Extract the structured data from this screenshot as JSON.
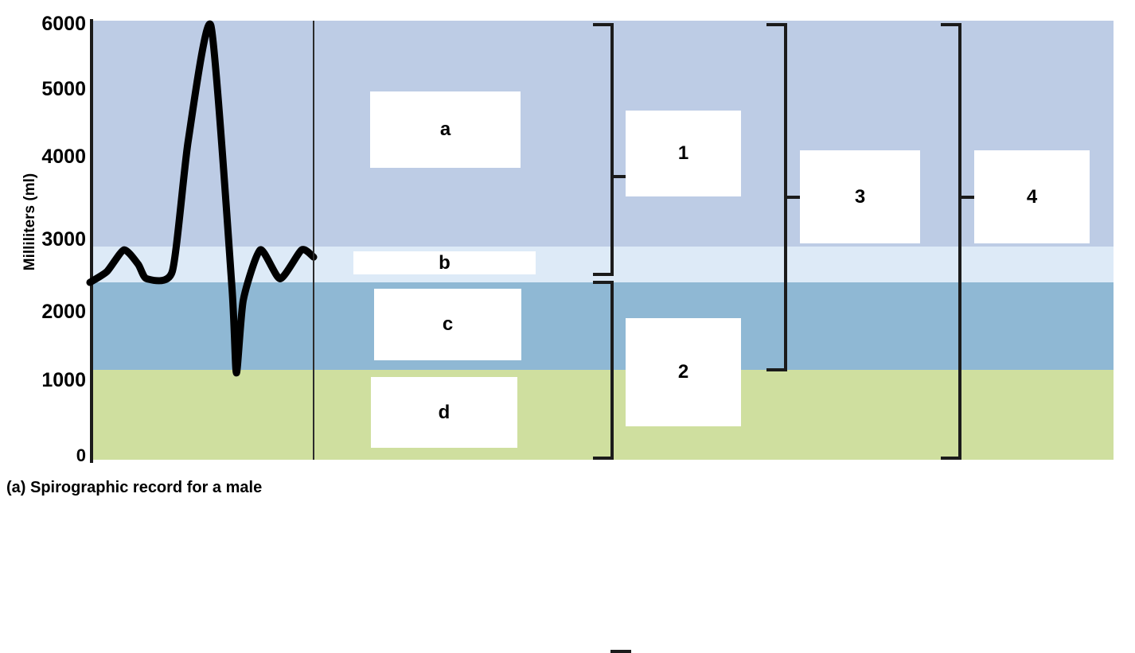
{
  "figure": {
    "caption": "(a) Spirographic record for a male",
    "y_axis_title": "Milliliters (ml)"
  },
  "chart_data": {
    "type": "line",
    "title": "(a) Spirographic record for a male",
    "xlabel": "",
    "ylabel": "Milliliters (ml)",
    "ylim": [
      0,
      6000
    ],
    "yticks": [
      0,
      1000,
      2000,
      3000,
      4000,
      5000,
      6000
    ],
    "ytick_labels": [
      "0",
      "1000",
      "2000",
      "3000",
      "4000",
      "5000",
      "6000"
    ],
    "grid": false,
    "legend": "none",
    "series": [
      {
        "name": "Spirogram trace",
        "description": "Tidal breathing, one maximal inspiration to 6000 ml, maximal expiration to 1200 ml, then return to tidal breathing",
        "x": [
          0,
          30,
          60,
          85,
          100,
          145,
          173,
          213,
          250,
          258,
          270,
          300,
          335,
          373,
          394
        ],
        "y": [
          2450,
          2600,
          2900,
          2700,
          2500,
          2600,
          4400,
          6000,
          2400,
          1200,
          2200,
          2900,
          2500,
          2900,
          2800
        ]
      }
    ],
    "bands": [
      {
        "label": "inspiratory reserve volume band",
        "y_from": 2900,
        "y_to": 6000,
        "color": "#bdcce5"
      },
      {
        "label": "tidal volume band",
        "y_from": 2400,
        "y_to": 2900,
        "color": "#ddeaf7"
      },
      {
        "label": "expiratory reserve volume band",
        "y_from": 1200,
        "y_to": 2400,
        "color": "#8fb8d4"
      },
      {
        "label": "residual volume band",
        "y_from": 0,
        "y_to": 1200,
        "color": "#cfdf9f"
      }
    ],
    "annotations": [
      {
        "id": "a",
        "label": "a",
        "kind": "answer-box",
        "band": "inspiratory reserve volume band"
      },
      {
        "id": "b",
        "label": "b",
        "kind": "answer-box",
        "band": "tidal volume band"
      },
      {
        "id": "c",
        "label": "c",
        "kind": "answer-box",
        "band": "expiratory reserve volume band"
      },
      {
        "id": "d",
        "label": "d",
        "kind": "answer-box",
        "band": "residual volume band"
      },
      {
        "id": "1",
        "label": "1",
        "kind": "bracket-box",
        "span_ml": [
          2400,
          6000
        ]
      },
      {
        "id": "2",
        "label": "2",
        "kind": "bracket-box",
        "span_ml": [
          0,
          2400
        ]
      },
      {
        "id": "3",
        "label": "3",
        "kind": "bracket-box",
        "span_ml": [
          1200,
          6000
        ]
      },
      {
        "id": "4",
        "label": "4",
        "kind": "bracket-box",
        "span_ml": [
          0,
          6000
        ]
      }
    ]
  },
  "y_ticks": [
    {
      "value": "6000",
      "top": 18
    },
    {
      "value": "5000",
      "top": 100
    },
    {
      "value": "4000",
      "top": 185
    },
    {
      "value": "3000",
      "top": 289
    },
    {
      "value": "2000",
      "top": 380
    },
    {
      "value": "1000",
      "top": 466
    },
    {
      "value": "0",
      "top": 562
    }
  ],
  "boxes": {
    "a": "a",
    "b": "b",
    "c": "c",
    "d": "d",
    "one": "1",
    "two": "2",
    "three": "3",
    "four": "4"
  },
  "colors": {
    "band_irv": "#bdcce5",
    "band_tv": "#ddeaf7",
    "band_erv": "#8fb8d4",
    "band_rv": "#cfdf9f",
    "trace": "#000000",
    "axis": "#1b1b1b",
    "box_fill": "#ffffff"
  }
}
